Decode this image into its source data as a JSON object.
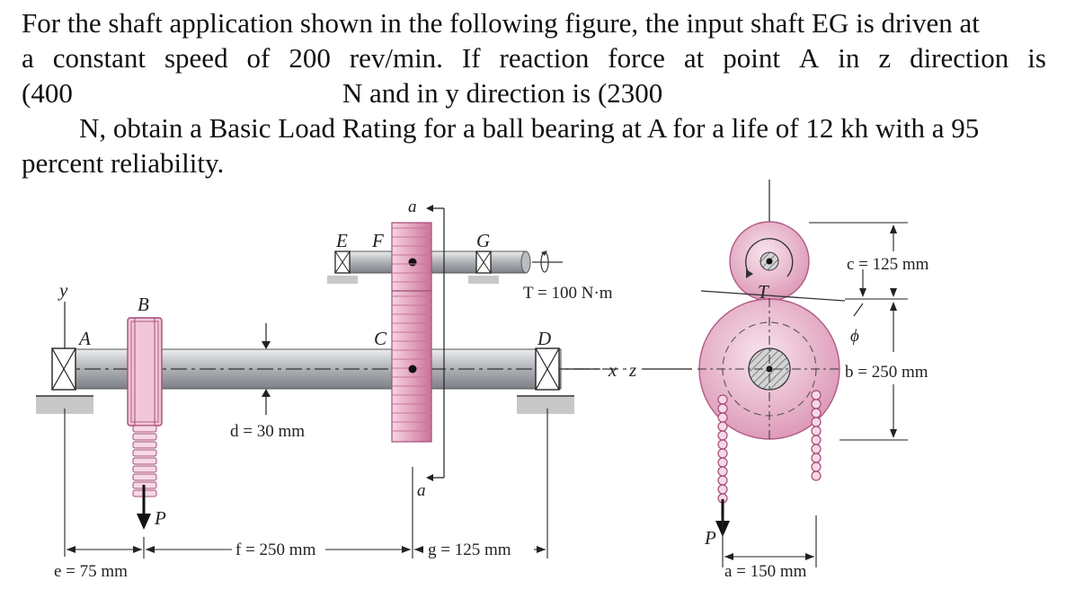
{
  "problem": {
    "line1": "For the shaft application shown  in the following figure, the input shaft EG is driven at",
    "line2_words": [
      "a",
      "constant",
      "speed",
      "of",
      "200",
      "rev/min.",
      "If",
      "reaction",
      "force",
      "at",
      "point",
      "A",
      "in",
      "z",
      "direction",
      "is"
    ],
    "line3_a": "(400",
    "line3_b": "N and in y direction is (2300",
    "line4": "N, obtain a Basic Load Rating for a ball bearing at A for a life of 12 kh with a 95",
    "line5": "percent reliability."
  },
  "figure": {
    "points": {
      "A": "A",
      "B": "B",
      "C": "C",
      "D": "D",
      "E": "E",
      "F": "F",
      "G": "G",
      "P_left": "P",
      "P_right": "P",
      "T": "T"
    },
    "axes": {
      "y": "y",
      "x": "x",
      "z": "z"
    },
    "section": {
      "a_top": "a",
      "a_bottom": "a"
    },
    "dims": {
      "torque": "T = 100 N·m",
      "d": "d = 30 mm",
      "e": "e = 75 mm",
      "f": "f = 250 mm",
      "g": "g = 125 mm",
      "a": "a = 150 mm",
      "b": "b = 250 mm",
      "c": "c = 125 mm",
      "phi": "ϕ"
    },
    "colors": {
      "shaft": "#a9acb1",
      "gear": "#e3a3bd",
      "gear_dark": "#c45c8a",
      "line": "#222222",
      "ground": "#c8c8c8"
    }
  }
}
